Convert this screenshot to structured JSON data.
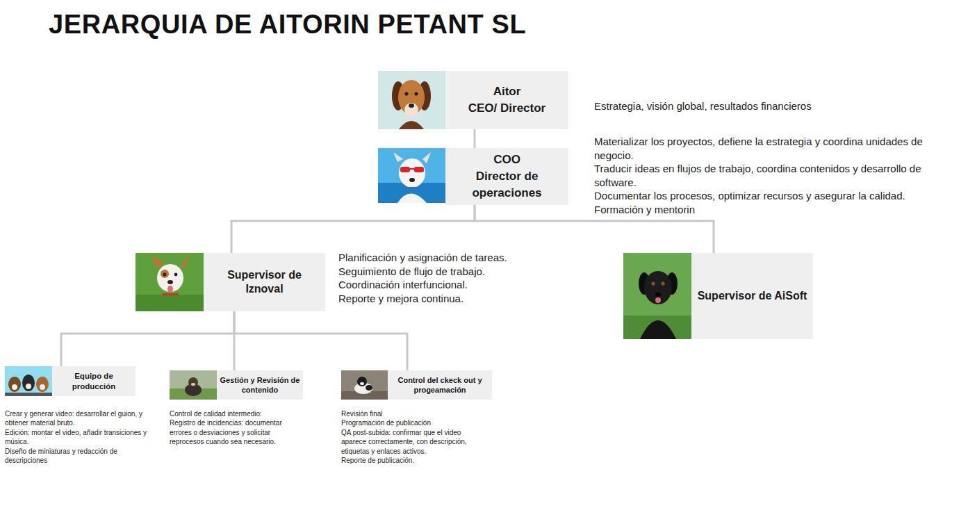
{
  "diagram": {
    "title": "JERARQUIA DE AITORIN PETANT SL",
    "nodes": [
      {
        "text": [
          "Aitor",
          "CEO/ Director"
        ]
      },
      {
        "text": [
          "COO",
          "Director de operaciones"
        ]
      },
      {
        "text": [
          "Supervisor de Iznoval"
        ]
      },
      {
        "text": [
          "Supervisor de AiSoft"
        ]
      },
      {
        "text": [
          "Equipo de producción"
        ]
      },
      {
        "text": [
          "Gestión y Revisión de contenido"
        ]
      },
      {
        "text": [
          "Control del ckeck out y progeamación"
        ]
      }
    ],
    "edges": [
      {
        "from": 0,
        "to": 1,
        "arrow": "none"
      },
      {
        "from": 1,
        "to": 2,
        "arrow": "none"
      },
      {
        "from": 1,
        "to": 3,
        "arrow": "none"
      },
      {
        "from": 2,
        "to": 4,
        "arrow": "none"
      },
      {
        "from": 2,
        "to": 5,
        "arrow": "none"
      },
      {
        "from": 2,
        "to": 6,
        "arrow": "none"
      }
    ],
    "labels": [
      "Estrategia, visión global, resultados financieros",
      "Materializar los proyectos, defiene la estrategia y coordina unidades de negocio.",
      "Traducir ideas en flujos de trabajo, coordina contenidos y desarrollo de software.",
      "Documentar los procesos, optimizar recursos y asegurar la calidad.",
      "Formación y mentorin",
      "Planificación y asignación de tareas.",
      "Seguimiento de flujo de trabajo.",
      "Coordinación interfuncional.",
      "Reporte y mejora continua.",
      "Crear y generar video: desarrollar el guion, y obtener material bruto.",
      "Edición: montar el video, añadir transiciones y música.",
      "Diseño de miniaturas y redacción de descripciones",
      "Control de calidad intermedio:",
      "Registro de incidencias: documentar errores o desviaciones y solicitar reprocesos cuando sea necesario.",
      "Revisión final",
      "Programación de publicación",
      "QA post-subida: confirmar que el video aparece correctamente, con descripción, etiquetas y enlaces activos.",
      "Reporte de publicación."
    ]
  }
}
